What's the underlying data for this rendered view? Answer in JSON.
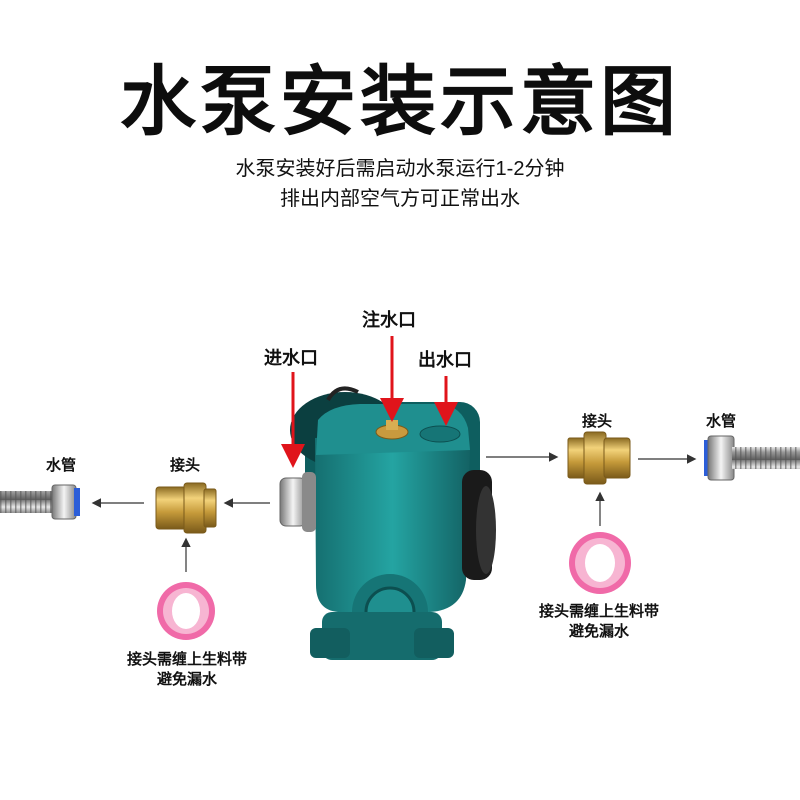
{
  "title": "水泵安装示意图",
  "subtitle_lines": [
    "水泵安装好后需启动水泵运行1-2分钟",
    "排出内部空气方可正常出水"
  ],
  "labels": {
    "inlet": "进水口",
    "fill": "注水口",
    "outlet": "出水口",
    "left_pipe": "水管",
    "left_connector": "接头",
    "right_connector": "接头",
    "right_pipe": "水管"
  },
  "notes": {
    "left_line1": "接头需缠上生料带",
    "left_line2": "避免漏水",
    "right_line1": "接头需缠上生料带",
    "right_line2": "避免漏水"
  },
  "colors": {
    "pump_body": "#1f8f8f",
    "pointer_arrow": "#e0141b",
    "brass": "#c9a042",
    "tape": "#f06aa8"
  }
}
